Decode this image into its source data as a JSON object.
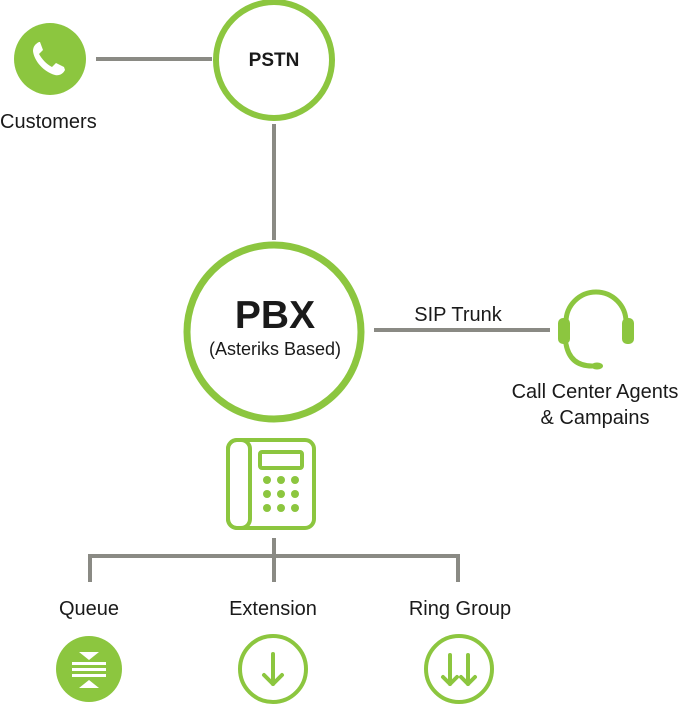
{
  "colors": {
    "accent": "#8cc63f",
    "connector": "#8a8a84",
    "text": "#1a1a1a"
  },
  "nodes": {
    "pstn": {
      "label": "PSTN",
      "icon": "circle"
    },
    "customers": {
      "label": "Customers",
      "icon": "phone-handset-icon"
    },
    "pbx": {
      "title": "PBX",
      "subtitle": "(Asteriks Based)"
    },
    "agents": {
      "line1": "Call Center Agents",
      "line2": "& Campains",
      "icon": "headset-icon"
    },
    "desk_phone": {
      "icon": "desk-phone-icon"
    },
    "queue": {
      "label": "Queue",
      "icon": "queue-icon"
    },
    "extension": {
      "label": "Extension",
      "icon": "arrow-down-icon"
    },
    "ring_group": {
      "label": "Ring Group",
      "icon": "double-arrow-down-icon"
    }
  },
  "edges": {
    "sip_trunk": {
      "label": "SIP Trunk"
    }
  }
}
